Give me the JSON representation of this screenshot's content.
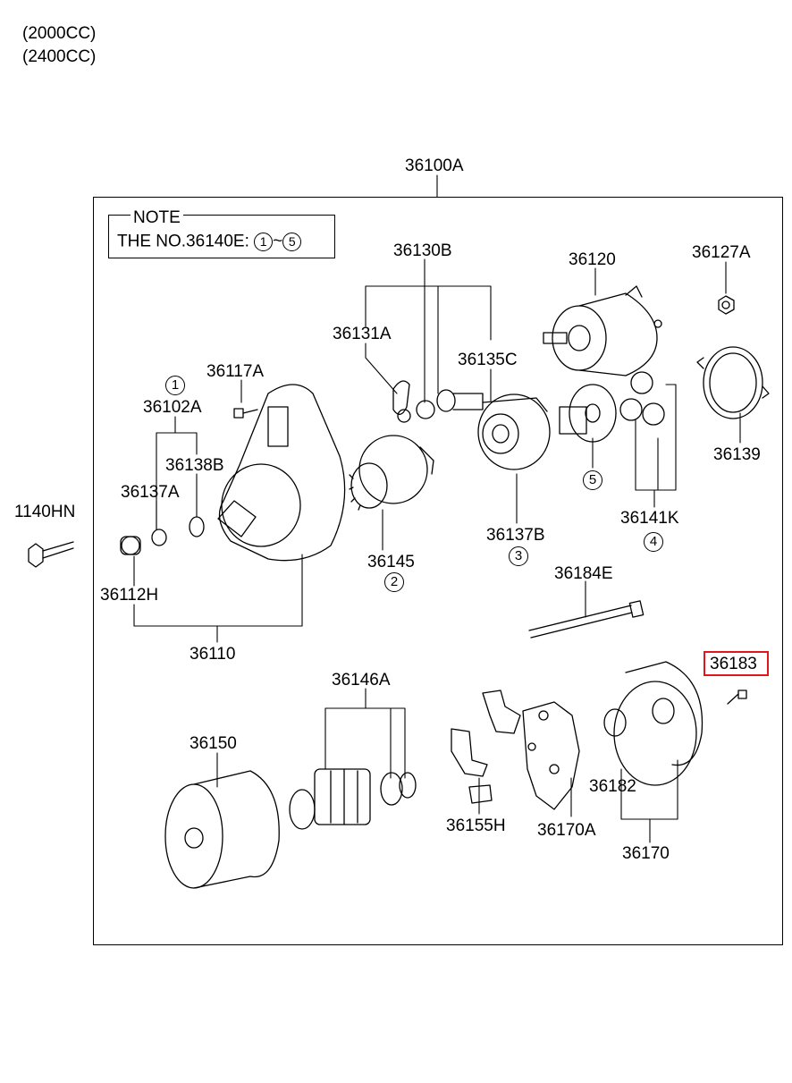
{
  "engines": [
    "(2000CC)",
    "(2400CC)"
  ],
  "assembly_label": "36100A",
  "note": {
    "title": "NOTE",
    "text_prefix": "THE NO.36140E:",
    "range_start": "1",
    "range_sep": "~",
    "range_end": "5"
  },
  "parts": {
    "p36130B": "36130B",
    "p36120": "36120",
    "p36127A": "36127A",
    "p36131A": "36131A",
    "p36135C": "36135C",
    "p36117A": "36117A",
    "p36102A": "36102A",
    "p36138B": "36138B",
    "p36137A": "36137A",
    "p1140HN": "1140HN",
    "p36112H": "36112H",
    "p36145": "36145",
    "p36137B": "36137B",
    "p36141K": "36141K",
    "p36139": "36139",
    "p36110": "36110",
    "p36184E": "36184E",
    "p36183": "36183",
    "p36146A": "36146A",
    "p36150": "36150",
    "p36182": "36182",
    "p36155H": "36155H",
    "p36170A": "36170A",
    "p36170": "36170"
  },
  "callouts": {
    "c1": "1",
    "c2": "2",
    "c3": "3",
    "c4": "4",
    "c5": "5"
  },
  "highlighted_part": "36183",
  "highlight_color": "#e0161b"
}
